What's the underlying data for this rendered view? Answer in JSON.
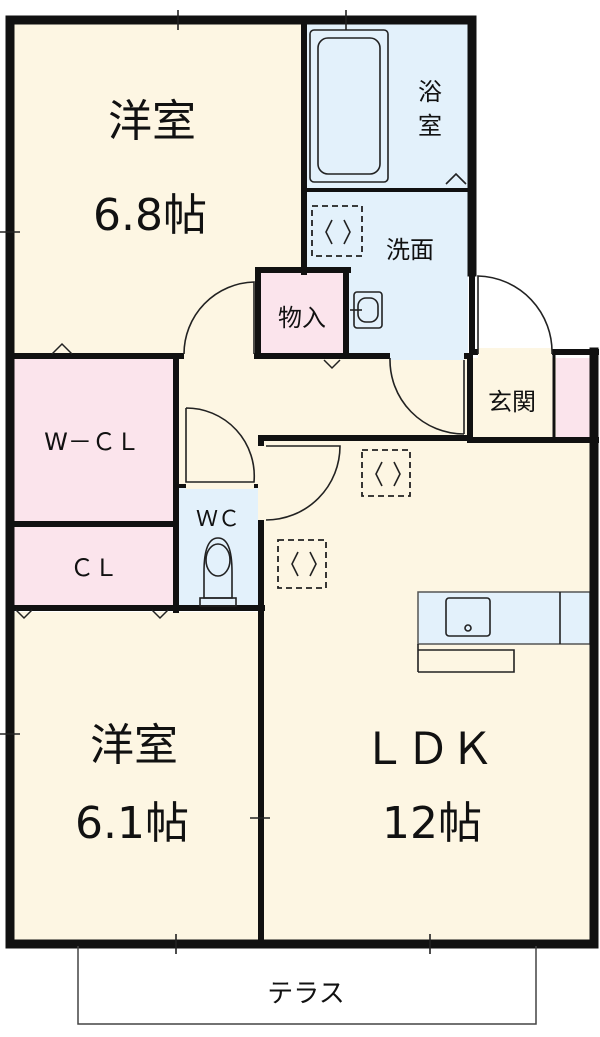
{
  "rooms": {
    "western_room_1": {
      "name": "洋室",
      "size": "6.8帖"
    },
    "bath": {
      "name_line1": "浴",
      "name_line2": "室"
    },
    "washroom": {
      "name": "洗面"
    },
    "storage": {
      "name": "物入"
    },
    "walk_in_closet": {
      "name": "W－ＣＬ"
    },
    "closet": {
      "name": "ＣＬ"
    },
    "toilet": {
      "name": "ＷＣ"
    },
    "entrance": {
      "name": "玄関"
    },
    "western_room_2": {
      "name": "洋室",
      "size": "6.1帖"
    },
    "ldk": {
      "name": "ＬＤＫ",
      "size": "12帖"
    },
    "terrace": {
      "name": "テラス"
    }
  },
  "colors": {
    "wall": "#111111",
    "western_floor": "#fdf6e3",
    "closet_floor": "#fbe4ec",
    "wet_floor": "#e3f1fb"
  }
}
